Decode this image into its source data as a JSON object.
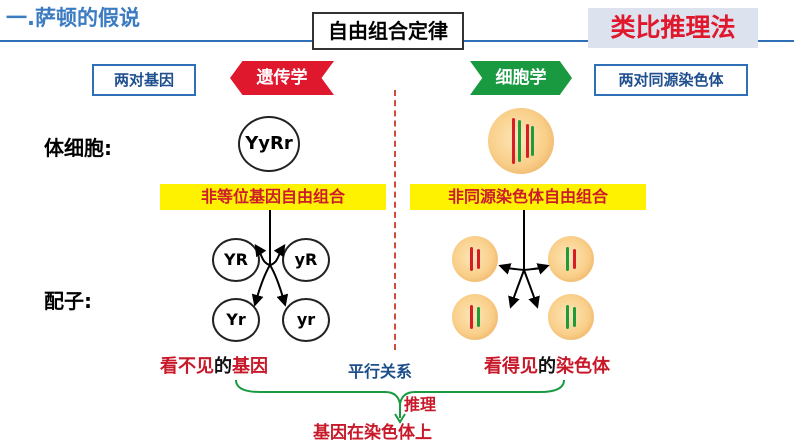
{
  "header": {
    "title": "一.萨顿的假说",
    "law_box": "自由组合定律",
    "method_box": "类比推理法"
  },
  "left": {
    "label_box": "两对基因",
    "tag": "遗传学",
    "somatic_label": "体细胞:",
    "somatic_genotype": "YyRr",
    "highlight": "非等位基因自由组合",
    "gamete_label": "配子:",
    "gametes": [
      "YR",
      "yR",
      "Yr",
      "yr"
    ]
  },
  "right": {
    "label_box": "两对同源染色体",
    "tag": "细胞学",
    "highlight": "非同源染色体自由组合"
  },
  "bottom": {
    "left_phrase_red": "看不见",
    "left_phrase_black": "的",
    "left_phrase_red2": "基因",
    "middle": "平行关系",
    "right_phrase_red": "看得见",
    "right_phrase_black": "的",
    "right_phrase_red2": "染色体",
    "inference": "推理",
    "conclusion": "基因在染色体上"
  },
  "colors": {
    "red": "#e0182d",
    "green": "#1a9a40",
    "blue": "#2f6fb8",
    "yellow": "#fff200"
  }
}
